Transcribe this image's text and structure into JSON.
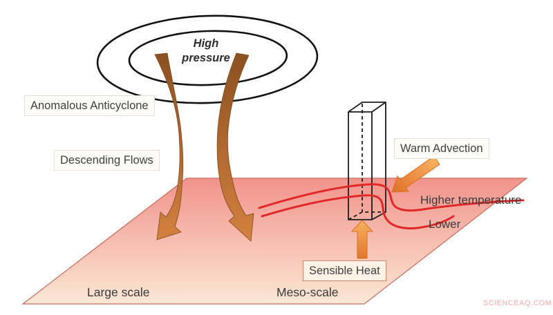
{
  "labels": {
    "high_pressure": "High\npressure",
    "anomalous_anticyclone": "Anomalous Anticyclone",
    "descending_flows": "Descending Flows",
    "warm_advection": "Warm Advection",
    "sensible_heat": "Sensible Heat",
    "higher_temperature": "Higher temperature",
    "lower": "Lower",
    "large_scale": "Large scale",
    "meso_scale": "Meso-scale",
    "watermark": "SCIENCEAQ.COM"
  },
  "icons": {
    "anticyclone_ellipses": "double-ellipse-high-pressure-symbol",
    "descending_flow_arrows": "curved-tapered-down-arrows",
    "warm_advection_arrow": "diagonal-orange-arrow",
    "sensible_heat_arrow": "vertical-orange-up-arrow",
    "atmospheric_column": "transparent-3d-box",
    "isotherms": "red-temperature-contour-lines",
    "surface_plane": "pink-gradient-parallelogram"
  },
  "colors": {
    "surface_top": "#f2928a",
    "surface_bottom": "#fbe8d6",
    "surface_border": "#c86c5f",
    "isotherm_red": "#e02828",
    "flow_arrow_dark": "#8a5020",
    "flow_arrow_light": "#d4813f",
    "flow_arrow_outline": "#7d4a1e",
    "heat_arrow_light": "#f8b263",
    "heat_arrow_dark": "#e0742a",
    "heat_arrow_outline": "#d96f1f",
    "column_outline": "#1c1c1c",
    "ellipse_stroke": "#111111",
    "label_text": "#3f3f3f",
    "watermark_pink": "#eec3c3"
  }
}
